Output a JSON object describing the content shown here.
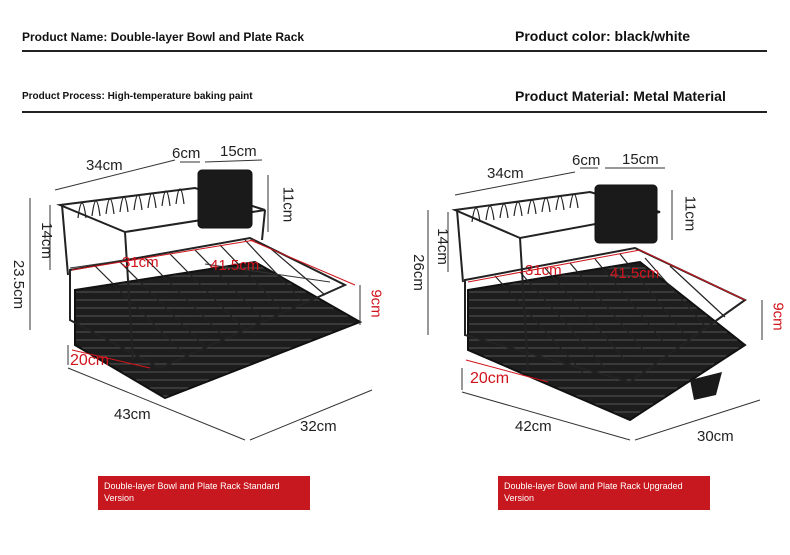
{
  "header": {
    "product_name": "Product Name: Double-layer Bowl and Plate Rack",
    "product_color": "Product color: black/white",
    "product_process": "Product Process: High-temperature baking paint",
    "product_material": "Product Material: Metal Material"
  },
  "left_rack": {
    "dims": {
      "top_width": "34cm",
      "holder_gap": "6cm",
      "holder_width": "15cm",
      "holder_height": "11cm",
      "upper_height": "14cm",
      "total_height": "23.5cm",
      "inner_depth": "31cm",
      "inner_length": "41.5cm",
      "tray_height": "9cm",
      "tray_side": "20cm",
      "length": "43cm",
      "depth": "32cm"
    },
    "caption": "Double-layer Bowl and Plate Rack Standard Version"
  },
  "right_rack": {
    "dims": {
      "top_width": "34cm",
      "holder_gap": "6cm",
      "holder_width": "15cm",
      "holder_height": "11cm",
      "upper_height": "14cm",
      "total_height": "26cm",
      "inner_depth": "31cm",
      "inner_length": "41.5cm",
      "tray_height": "9cm",
      "tray_side": "20cm",
      "length": "42cm",
      "depth": "30cm"
    },
    "caption": "Double-layer Bowl and Plate Rack Upgraded Version"
  },
  "colors": {
    "accent_red": "#c8181f",
    "dim_red": "#d0141c",
    "rack_black": "#1a1a1a"
  }
}
